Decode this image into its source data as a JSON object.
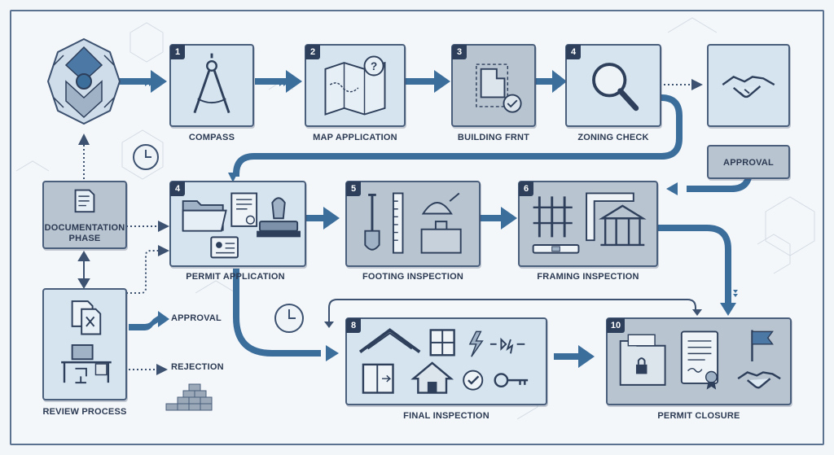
{
  "steps": {
    "compass": {
      "number": "1",
      "label": "COMPASS"
    },
    "map_application": {
      "number": "2",
      "label": "MAP APPLICATION"
    },
    "building_frnt": {
      "number": "3",
      "label": "BUILDING FRNT"
    },
    "zoning_check": {
      "number": "4",
      "label": "ZONING CHECK"
    },
    "approval_top": {
      "label": "APPROVAL"
    },
    "documentation_phase": {
      "label": "DOCUMENTATION PHASE"
    },
    "permit_application": {
      "number": "4",
      "label": "PERMIT APPLICATION"
    },
    "footing_inspection": {
      "number": "5",
      "label": "FOOTING INSPECTION"
    },
    "framing_inspection": {
      "number": "6",
      "label": "FRAMING INSPECTION"
    },
    "review_process": {
      "label": "REVIEW PROCESS"
    },
    "approval_side": {
      "label": "APPROVAL"
    },
    "rejection": {
      "label": "REJECTION"
    },
    "final_inspection": {
      "number": "8",
      "label": "FINAL INSPECTION"
    },
    "permit_closure": {
      "number": "10",
      "label": "PERMIT CLOSURE"
    }
  },
  "colors": {
    "arrow": "#3c6e9c",
    "box_border": "#4a5f7c",
    "box_fill": "#dce8f2",
    "box_gray": "#b9c4d1",
    "badge": "#2d3f5a"
  }
}
